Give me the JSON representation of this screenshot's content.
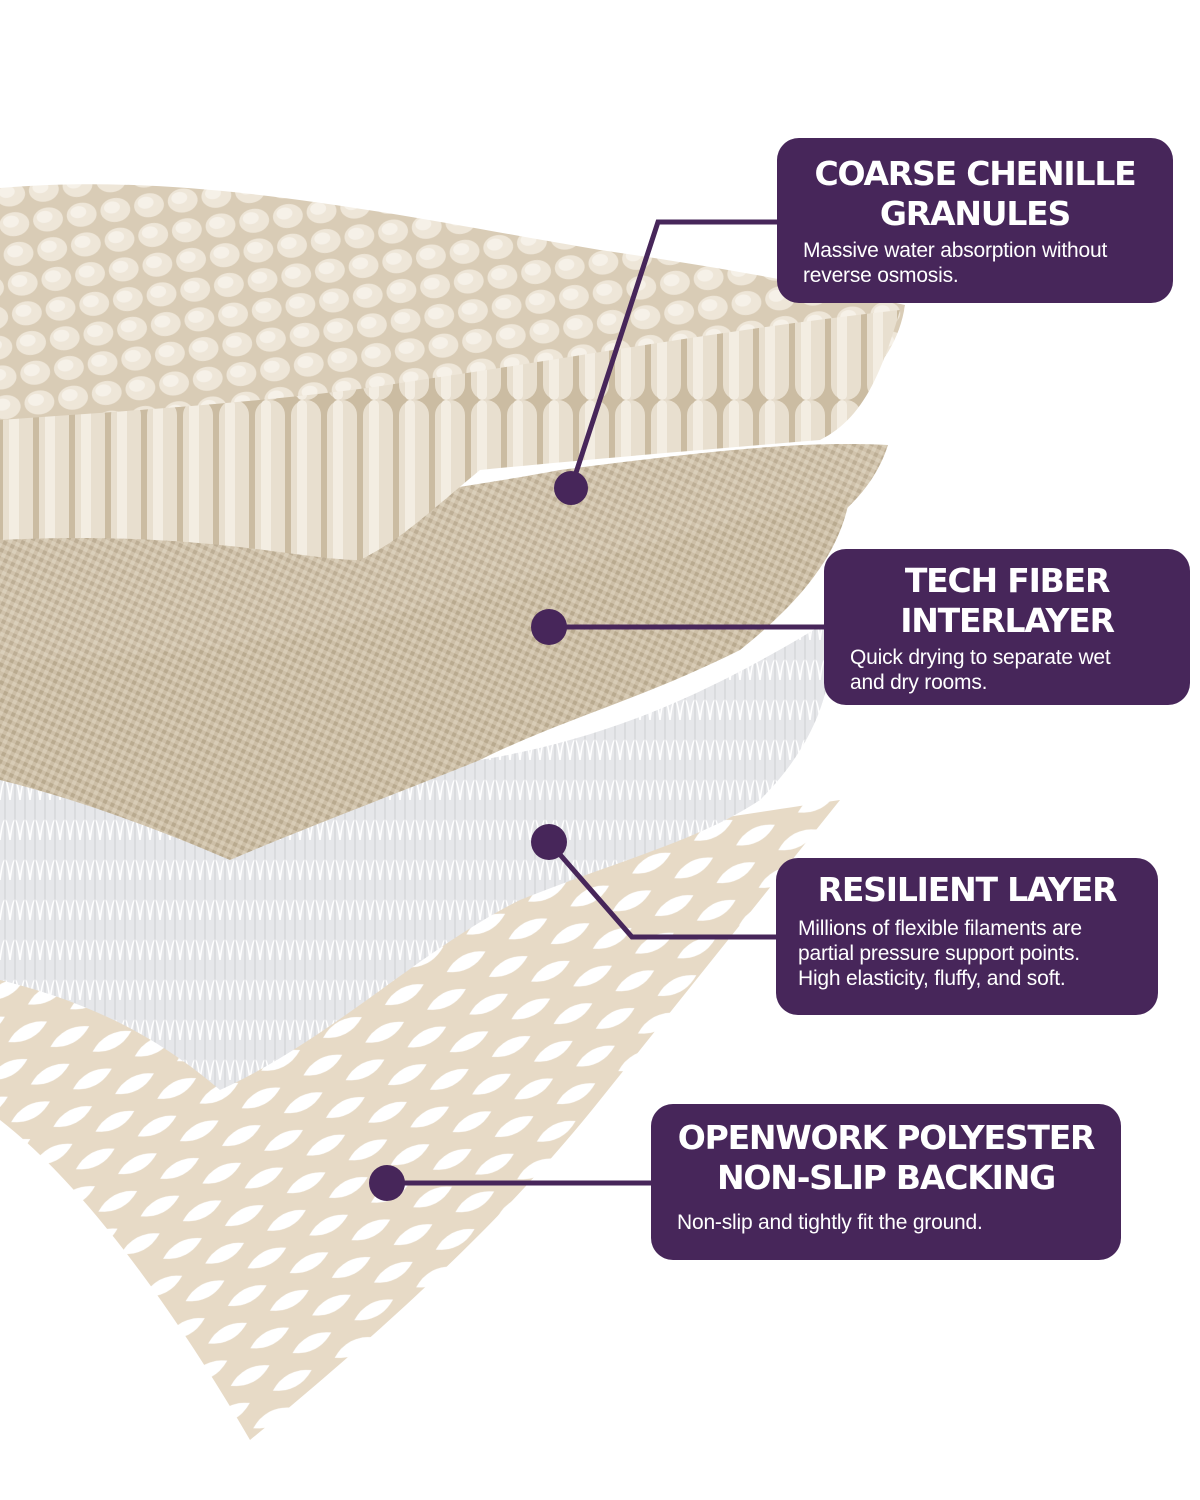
{
  "colors": {
    "accent": "#47265a",
    "label_text": "#ffffff",
    "chenille": "#e6dccb",
    "interlayer": "#cdbfa7",
    "resilient": "#e9eaec",
    "backing": "#e7dac6",
    "background": "#ffffff"
  },
  "product": {
    "subject": "Layered mat cross-section",
    "layers": [
      "chenille-granules-layer",
      "tech-fiber-interlayer",
      "resilient-filament-layer",
      "openwork-backing-layer"
    ]
  },
  "callouts": [
    {
      "title": "COARSE CHENILLE\nGRANULES",
      "description": "Massive water absorption without\nreverse osmosis."
    },
    {
      "title": "TECH FIBER\nINTERLAYER",
      "description": "Quick drying to separate wet\nand dry rooms."
    },
    {
      "title": "RESILIENT LAYER",
      "description": "Millions of flexible filaments are\npartial pressure support points.\nHigh elasticity, fluffy, and soft."
    },
    {
      "title": "OPENWORK POLYESTER\nNON-SLIP BACKING",
      "description": "Non-slip and tightly fit the ground."
    }
  ]
}
